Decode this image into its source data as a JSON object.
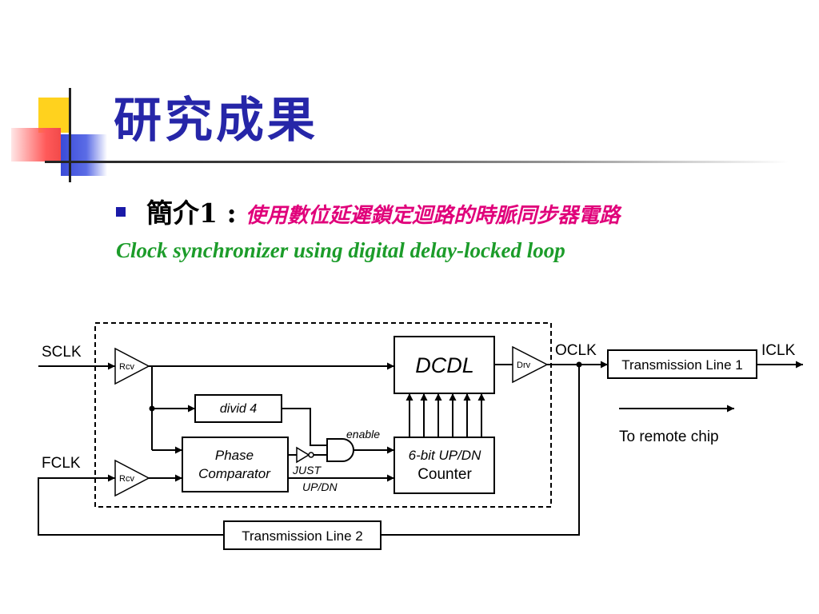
{
  "slide": {
    "title": "研究成果",
    "subheading_lead": "簡介1 : ",
    "subheading_zh": "使用數位延遲鎖定迴路的時脈同步器電路",
    "subheading_en": "Clock synchronizer using digital delay-locked loop"
  },
  "colors": {
    "title": "#2626a8",
    "zh_text": "#e0007a",
    "en_text": "#1c9c2a",
    "bullet": "#1a1aa8"
  },
  "diagram": {
    "signals": {
      "sclk": "SCLK",
      "fclk": "FCLK",
      "oclk": "OCLK",
      "iclk": "ICLK",
      "enable": "enable",
      "just": "JUST",
      "updn": "UP/DN",
      "remote": "To remote chip"
    },
    "blocks": {
      "rcv_top": "Rcv",
      "rcv_bottom": "Rcv",
      "drv": "Drv",
      "dcdl": "DCDL",
      "divid4": "divid 4",
      "phase_comp_line1": "Phase",
      "phase_comp_line2": "Comparator",
      "counter_line1": "6-bit UP/DN",
      "counter_line2": "Counter",
      "tline1": "Transmission Line 1",
      "tline2": "Transmission Line 2"
    }
  }
}
